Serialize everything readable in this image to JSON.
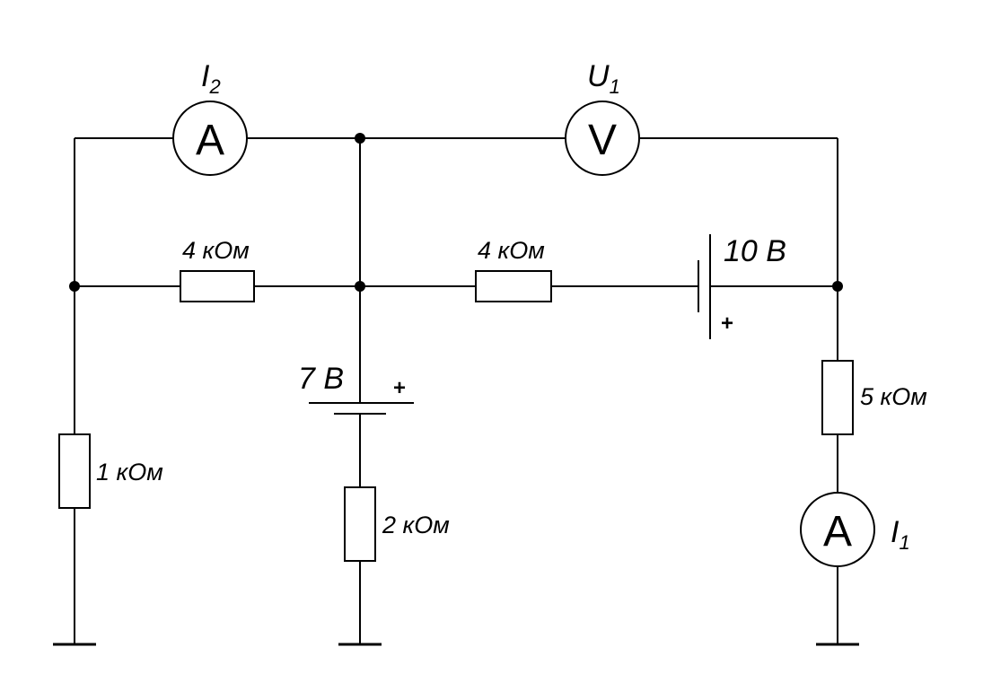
{
  "resistors": {
    "r_top_left": "4 кОм",
    "r_top_mid": "4 кОм",
    "r_left": "1 кОм",
    "r_center": "2 кОм",
    "r_right": "5 кОм"
  },
  "sources": {
    "e_center": {
      "value": "7 В",
      "polarity": "+"
    },
    "e_right": {
      "value": "10 В",
      "polarity": "+"
    }
  },
  "meters": {
    "ammeter_top": {
      "symbol": "A",
      "name": "I",
      "index": "2"
    },
    "voltmeter_top": {
      "symbol": "V",
      "name": "U",
      "index": "1"
    },
    "ammeter_right": {
      "symbol": "A",
      "name": "I",
      "index": "1"
    }
  }
}
